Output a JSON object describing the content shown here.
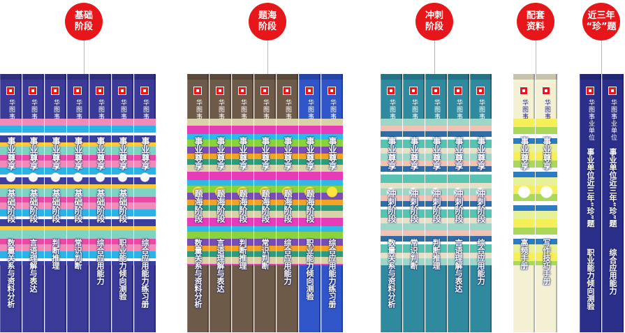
{
  "colors": {
    "badge": "#e6161b",
    "stem": "#b9b9b9",
    "navy": "#3b3a98",
    "brown": "#6e5a49",
    "blue": "#2f55c8",
    "teal": "#2f8aa0",
    "cream": "#f3f0d4",
    "deep": "#2b2f8a"
  },
  "logo_icon": "publisher-logo-icon",
  "groups": [
    {
      "badge_lines": [
        "基础",
        "阶段"
      ],
      "books": [
        {
          "pub": "华图事业单位",
          "title": "事业尊享",
          "stage": "基础阶段",
          "sub": "数量关系与资料分析"
        },
        {
          "pub": "华图事业单位",
          "title": "事业尊享",
          "stage": "基础阶段",
          "sub": "言语理解与表达"
        },
        {
          "pub": "华图事业单位",
          "title": "事业尊享",
          "stage": "基础阶段",
          "sub": "判断推理"
        },
        {
          "pub": "华图事业单位",
          "title": "事业尊享",
          "stage": "基础阶段",
          "sub": "常识判断"
        },
        {
          "pub": "华图事业单位",
          "title": "事业尊享",
          "stage": "基础阶段",
          "sub": "综合应用能力"
        },
        {
          "pub": "华图事业单位",
          "title": "事业尊享",
          "stage": "基础阶段",
          "sub": "职业能力倾向测验"
        },
        {
          "pub": "华图事业单位",
          "title": "事业尊享",
          "stage": "",
          "sub": "综合应用能力练习册"
        }
      ]
    },
    {
      "badge_lines": [
        "题海",
        "阶段"
      ],
      "books": [
        {
          "pub": "华图事业单位",
          "title": "事业尊享",
          "stage": "题海阶段",
          "sub": "数量关系与资料分析"
        },
        {
          "pub": "华图事业单位",
          "title": "事业尊享",
          "stage": "题海阶段",
          "sub": "言语理解与表达"
        },
        {
          "pub": "华图事业单位",
          "title": "事业尊享",
          "stage": "题海阶段",
          "sub": "判断推理"
        },
        {
          "pub": "华图事业单位",
          "title": "事业尊享",
          "stage": "题海阶段",
          "sub": "常识判断"
        },
        {
          "pub": "华图事业单位",
          "title": "事业尊享",
          "stage": "题海阶段",
          "sub": "综合应用能力"
        },
        {
          "pub": "华图事业单位",
          "title": "事业尊享",
          "stage": "题海阶段",
          "sub": "职业能力倾向测验"
        },
        {
          "pub": "华图事业单位",
          "title": "事业尊享",
          "stage": "",
          "sub": "综合应用能力练习册"
        }
      ]
    },
    {
      "badge_lines": [
        "冲刺",
        "阶段"
      ],
      "books": [
        {
          "pub": "华图事业单位",
          "title": "事业尊享",
          "stage": "冲刺阶段",
          "sub": "数量关系与资料分析"
        },
        {
          "pub": "华图事业单位",
          "title": "事业尊享",
          "stage": "冲刺阶段",
          "sub": "常识判断"
        },
        {
          "pub": "华图事业单位",
          "title": "事业尊享",
          "stage": "冲刺阶段",
          "sub": "判断推理"
        },
        {
          "pub": "华图事业单位",
          "title": "事业尊享",
          "stage": "冲刺阶段",
          "sub": "言语理解与表达"
        },
        {
          "pub": "华图事业单位",
          "title": "事业尊享",
          "stage": "冲刺阶段",
          "sub": "综合应用能力"
        }
      ]
    },
    {
      "badge_lines": [
        "配套",
        "资料"
      ],
      "books": [
        {
          "pub": "华图事业单位",
          "title": "事业尊享",
          "stage": "",
          "sub": "高频手册"
        },
        {
          "pub": "华图事业单位",
          "title": "事业尊享",
          "stage": "",
          "sub": "写作技巧手册"
        }
      ]
    },
    {
      "badge_lines": [
        "近三年",
        "“珍”题"
      ],
      "books": [
        {
          "pub": "华图事业单位",
          "title": "事业单位近三年“珍”题",
          "stage": "",
          "sub": "职业能力倾向测验"
        },
        {
          "pub": "华图事业单位",
          "title": "事业单位近三年“珍”题",
          "stage": "",
          "sub": "综合应用能力"
        }
      ]
    }
  ]
}
